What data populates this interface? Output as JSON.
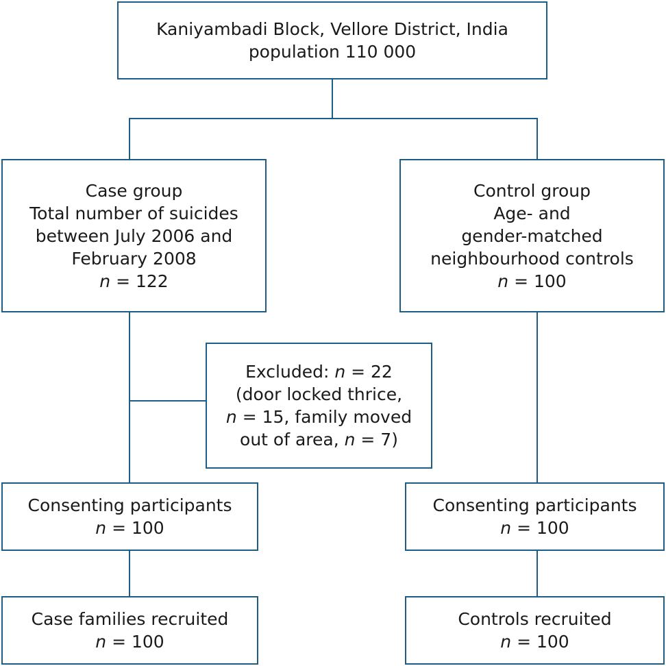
{
  "top": {
    "line1": "Kaniyambadi Block, Vellore District, India",
    "line2": "population 110 000"
  },
  "case_group": {
    "line1": "Case group",
    "line2": "Total number of suicides",
    "line3": "between July 2006 and",
    "line4": "February 2008",
    "n_label": "n",
    "n_value": " = 122"
  },
  "control_group": {
    "line1": "Control group",
    "line2": "Age- and",
    "line3": "gender-matched",
    "line4": "neighbourhood controls",
    "n_label": "n",
    "n_value": " = 100"
  },
  "excluded": {
    "line1_prefix": "Excluded: ",
    "n1": "n",
    "line1_value": " = 22",
    "line2": "(door locked thrice,",
    "n2": "n",
    "line3_rest": " = 15, family moved",
    "line4_prefix": "out of area, ",
    "n3": "n",
    "line4_value": " = 7)"
  },
  "case_consent": {
    "line1": "Consenting participants",
    "n_label": "n",
    "n_value": " = 100"
  },
  "control_consent": {
    "line1": "Consenting participants",
    "n_label": "n",
    "n_value": " = 100"
  },
  "case_recruited": {
    "line1": "Case families recruited",
    "n_label": "n",
    "n_value": " = 100"
  },
  "control_recruited": {
    "line1": "Controls recruited",
    "n_label": "n",
    "n_value": " = 100"
  },
  "colors": {
    "border": "#1b5d84",
    "text": "#1a1a1a"
  }
}
